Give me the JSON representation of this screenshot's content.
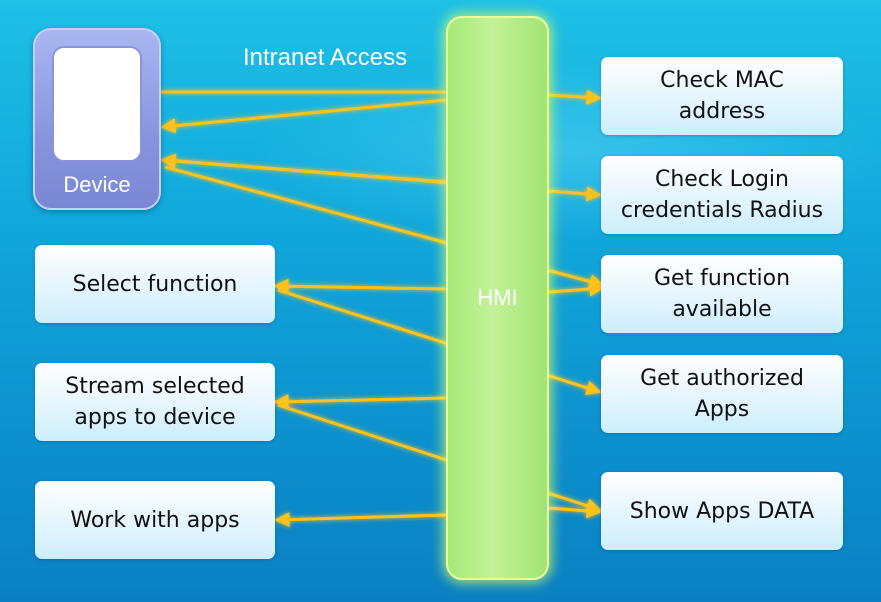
{
  "nodes": {
    "device": "Device",
    "hmi": "HMI",
    "intranet_label": "Intranet Access",
    "right": [
      "Check MAC\naddress",
      "Check Login\ncredentials Radius",
      "Get function\navailable",
      "Get authorized\nApps",
      "Show Apps DATA"
    ],
    "left": [
      "Select function",
      "Stream selected\napps to device",
      "Work with apps"
    ]
  },
  "colors": {
    "background": "#12a9dc",
    "hmi_fill": "#b5ee86",
    "device_fill": "#8795de",
    "arrow": "#ffc21e",
    "box_fill": "#e9f7fe"
  }
}
